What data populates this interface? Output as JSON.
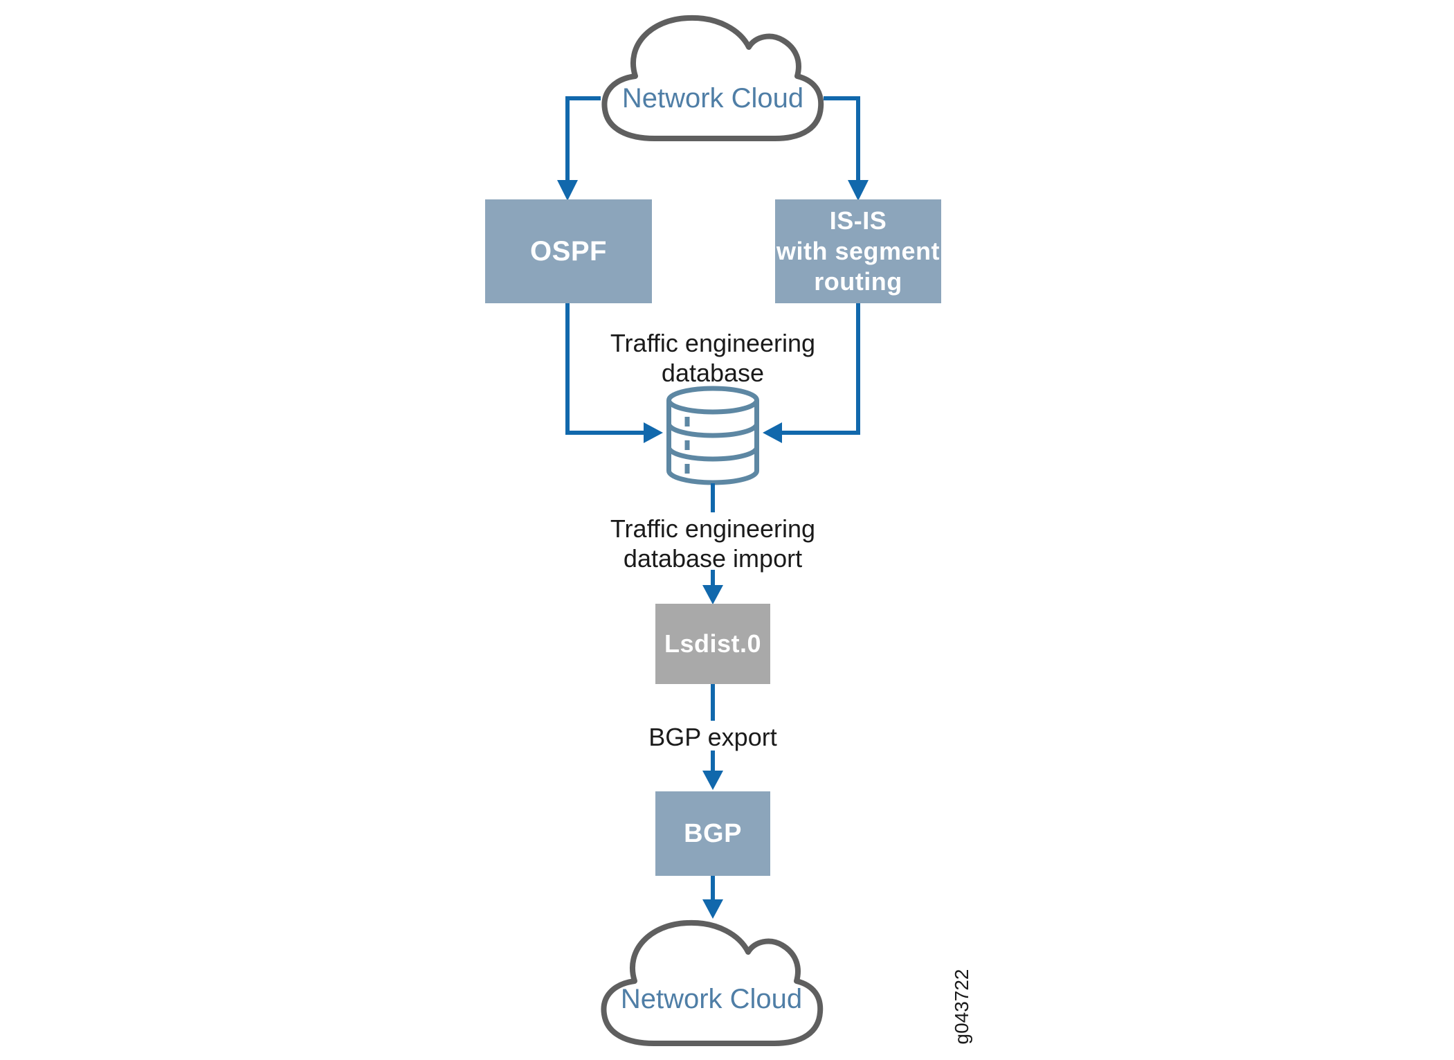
{
  "diagram": {
    "top_cloud": {
      "label": "Network Cloud"
    },
    "bottom_cloud": {
      "label": "Network Cloud"
    },
    "nodes": {
      "ospf": {
        "label": "OSPF"
      },
      "isis": {
        "label": "IS-IS\nwith segment\nrouting"
      },
      "lsdist": {
        "label": "Lsdist.0"
      },
      "bgp": {
        "label": "BGP"
      }
    },
    "labels": {
      "traffic_engineering_database": "Traffic engineering\ndatabase",
      "traffic_engineering_database_import": "Traffic engineering\ndatabase import",
      "bgp_export": "BGP export"
    },
    "figure_id": "g043722",
    "icons": {
      "cloud": "cloud-icon",
      "database": "database-icon",
      "arrow": "arrow-icon"
    }
  },
  "colors": {
    "accent": "#1168ac",
    "node_fill": "#8ca5bb",
    "gray_fill": "#a9a9a9",
    "cloud_stroke": "#5f5f5f",
    "cloud_text": "#4f7ea6",
    "db_stroke": "#5d87a3",
    "text": "#1a1a1a",
    "node_text": "#ffffff",
    "background": "#ffffff"
  }
}
